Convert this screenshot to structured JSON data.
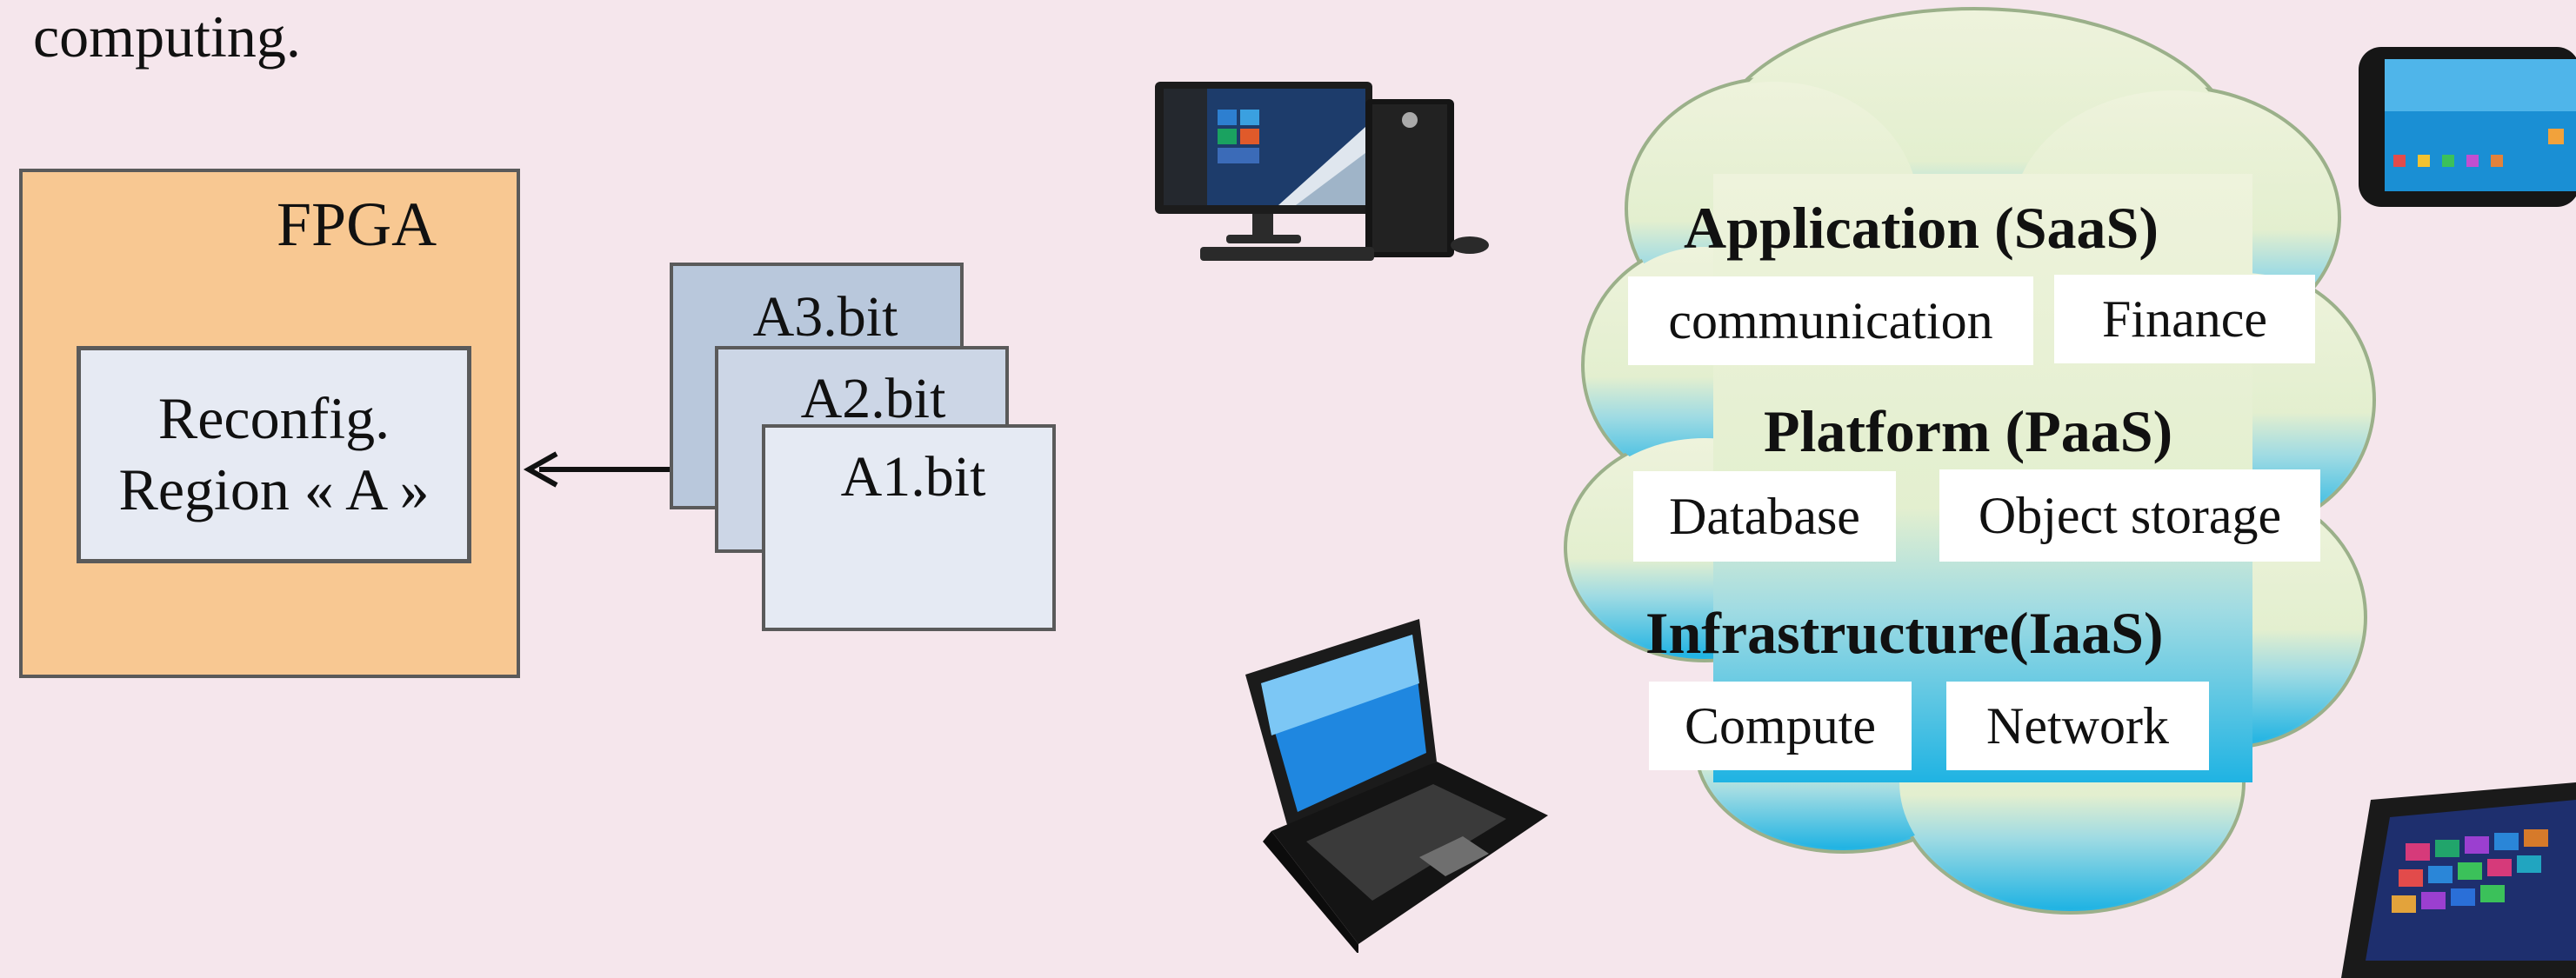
{
  "intro_text": "computing.",
  "fpga": {
    "title": "FPGA",
    "region_line1": "Reconfig.",
    "region_line2": "Region « A »"
  },
  "bitstreams": [
    "A3.bit",
    "A2.bit",
    "A1.bit"
  ],
  "cloud": {
    "layers": [
      {
        "title": "Application (SaaS)",
        "items": [
          "communication",
          "Finance"
        ]
      },
      {
        "title": "Platform (PaaS)",
        "items": [
          "Database",
          "Object storage"
        ]
      },
      {
        "title": "Infrastructure(IaaS)",
        "items": [
          "Compute",
          "Network"
        ]
      }
    ]
  },
  "devices": [
    "desktop-computer",
    "laptop",
    "smartphone",
    "tablet"
  ],
  "colors": {
    "background": "#f5e6ec",
    "fpga": "#f8c892",
    "region": "#e6eaf3",
    "cloud_top": "#eef3dc",
    "cloud_bottom": "#1fb3e3"
  }
}
